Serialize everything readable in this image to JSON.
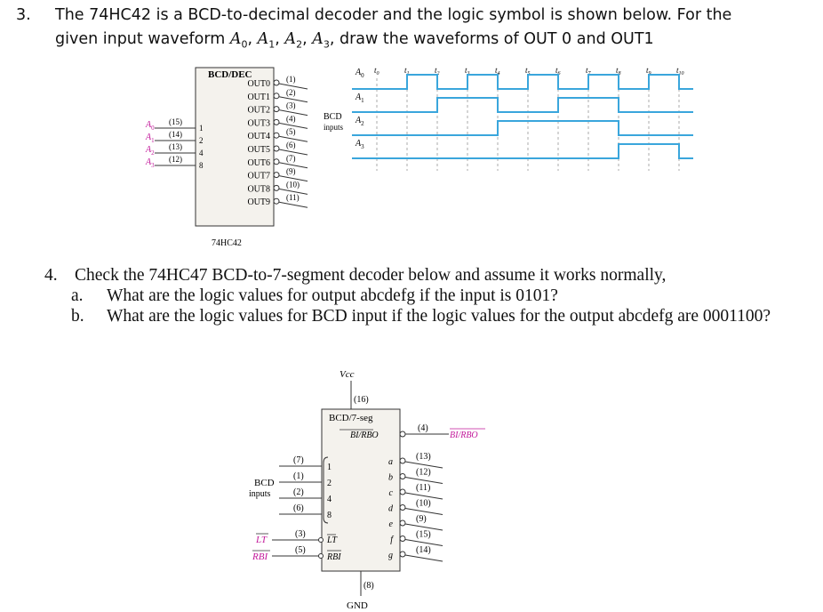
{
  "q3": {
    "number": "3.",
    "line1": "The 74HC42 is a BCD-to-decimal decoder and the logic symbol is shown below. For the",
    "line2_prefix": "given input waveform ",
    "line2_suffix": ", draw the waveforms of OUT 0 and OUT1"
  },
  "decoder_74hc42": {
    "title": "BCD/DEC",
    "part": "74HC42",
    "inputs": [
      {
        "label": "A0",
        "pin": "(15)",
        "weight": "1"
      },
      {
        "label": "A1",
        "pin": "(14)",
        "weight": "2"
      },
      {
        "label": "A2",
        "pin": "(13)",
        "weight": "4"
      },
      {
        "label": "A3",
        "pin": "(12)",
        "weight": "8"
      }
    ],
    "outputs": [
      {
        "label": "OUT0",
        "pin": "(1)"
      },
      {
        "label": "OUT1",
        "pin": "(2)"
      },
      {
        "label": "OUT2",
        "pin": "(3)"
      },
      {
        "label": "OUT3",
        "pin": "(4)"
      },
      {
        "label": "OUT4",
        "pin": "(5)"
      },
      {
        "label": "OUT5",
        "pin": "(6)"
      },
      {
        "label": "OUT6",
        "pin": "(7)"
      },
      {
        "label": "OUT7",
        "pin": "(9)"
      },
      {
        "label": "OUT8",
        "pin": "(10)"
      },
      {
        "label": "OUT9",
        "pin": "(11)"
      }
    ]
  },
  "waveform": {
    "bcd_label": "BCD",
    "inputs_label": "inputs",
    "time_labels": [
      "t0",
      "t1",
      "t2",
      "t3",
      "t4",
      "t5",
      "t6",
      "t7",
      "t8",
      "t9",
      "t10"
    ],
    "signals": [
      {
        "name": "A0",
        "levels": [
          0,
          1,
          0,
          1,
          0,
          1,
          0,
          1,
          0,
          1,
          0
        ]
      },
      {
        "name": "A1",
        "levels": [
          0,
          0,
          1,
          1,
          0,
          0,
          1,
          1,
          0,
          0,
          0
        ]
      },
      {
        "name": "A2",
        "levels": [
          0,
          0,
          0,
          0,
          1,
          1,
          1,
          1,
          0,
          0,
          0
        ]
      },
      {
        "name": "A3",
        "levels": [
          0,
          0,
          0,
          0,
          0,
          0,
          0,
          0,
          1,
          1,
          0
        ]
      }
    ],
    "color": "#3aa6dc"
  },
  "q4": {
    "number": "4.",
    "text": "Check the 74HC47 BCD-to-7-segment decoder below and assume it works normally,",
    "a_label": "a.",
    "a_text": "What are the logic values for output abcdefg if the input is 0101?",
    "b_label": "b.",
    "b_text": "What are the logic values for BCD input if the logic values for the output abcdefg are 0001100?"
  },
  "decoder_74hc47": {
    "title": "BCD/7-seg",
    "vcc": "Vcc",
    "vcc_pin": "(16)",
    "gnd": "GND",
    "gnd_pin": "(8)",
    "bi_rbo": "BI/RBO",
    "bi_rbo_pin": "(4)",
    "bi_rbo_ext": "BI/RBO",
    "bcd_label": "BCD",
    "inputs_label": "inputs",
    "inputs": [
      {
        "pin": "(7)",
        "weight": "1"
      },
      {
        "pin": "(1)",
        "weight": "2"
      },
      {
        "pin": "(2)",
        "weight": "4"
      },
      {
        "pin": "(6)",
        "weight": "8"
      }
    ],
    "lt_label": "LT",
    "lt_pin": "(3)",
    "rbi_label": "RBI",
    "rbi_pin": "(5)",
    "segments": [
      {
        "seg": "a",
        "pin": "(13)"
      },
      {
        "seg": "b",
        "pin": "(12)"
      },
      {
        "seg": "c",
        "pin": "(11)"
      },
      {
        "seg": "d",
        "pin": "(10)"
      },
      {
        "seg": "e",
        "pin": "(9)"
      },
      {
        "seg": "f",
        "pin": "(15)"
      },
      {
        "seg": "g",
        "pin": "(14)"
      }
    ],
    "accent": "#c2189a"
  }
}
